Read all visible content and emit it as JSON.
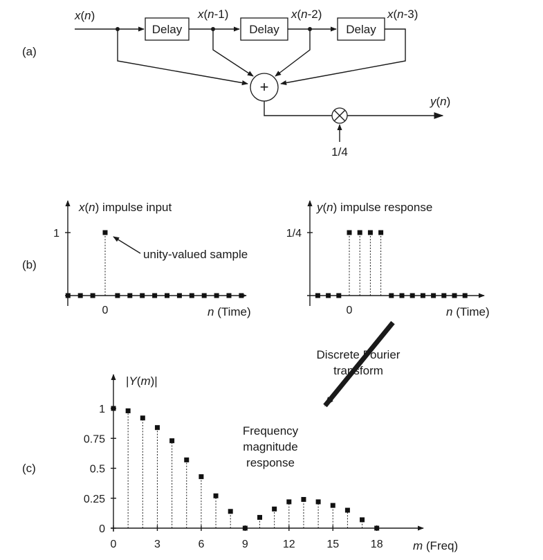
{
  "part_a": {
    "label": "(a)",
    "input_var": "x",
    "input_arg": "n",
    "taps": [
      {
        "var": "x",
        "arg": "n",
        "suffix": "-1"
      },
      {
        "var": "x",
        "arg": "n",
        "suffix": "-2"
      },
      {
        "var": "x",
        "arg": "n",
        "suffix": "-3"
      }
    ],
    "delay_label": "Delay",
    "gain": "1/4",
    "output_var": "y",
    "output_arg": "n",
    "adder_symbol": "+"
  },
  "part_b": {
    "label": "(b)",
    "left_title": " impulse input",
    "left_var": "x",
    "left_arg": "n",
    "left_y_tick": "1",
    "left_x_tick": "0",
    "annotation": "unity-valued sample",
    "right_title": " impulse response",
    "right_var": "y",
    "right_arg": "n",
    "right_y_tick": "1/4",
    "right_x_tick": "0",
    "x_axis_var": "n",
    "x_axis_unit": " (Time)",
    "dft_label_line1": "Discrete Fourier",
    "dft_label_line2": "transform"
  },
  "part_c": {
    "label": "(c)",
    "y_axis_title_prefix": "|",
    "y_axis_title_var": "Y",
    "y_axis_title_arg": "m",
    "y_axis_title_suffix": "|",
    "x_axis_var": "m",
    "x_axis_unit": " (Freq)",
    "caption_line1": "Frequency",
    "caption_line2": "magnitude",
    "caption_line3": "response"
  },
  "chart_data": {
    "type": "scatter",
    "x": [
      0,
      1,
      2,
      3,
      4,
      5,
      6,
      7,
      8,
      9,
      10,
      11,
      12,
      13,
      14,
      15,
      16,
      17,
      18
    ],
    "values": [
      1.0,
      0.98,
      0.92,
      0.84,
      0.73,
      0.57,
      0.43,
      0.27,
      0.14,
      0.0,
      0.09,
      0.16,
      0.22,
      0.24,
      0.22,
      0.19,
      0.15,
      0.07,
      0.0
    ],
    "x_ticks": [
      "0",
      "3",
      "6",
      "9",
      "12",
      "15",
      "18"
    ],
    "y_ticks": [
      "0",
      "0.25",
      "0.5",
      "0.75",
      "1"
    ],
    "xlim": [
      0,
      18
    ],
    "ylim": [
      0,
      1
    ],
    "grid": false
  }
}
